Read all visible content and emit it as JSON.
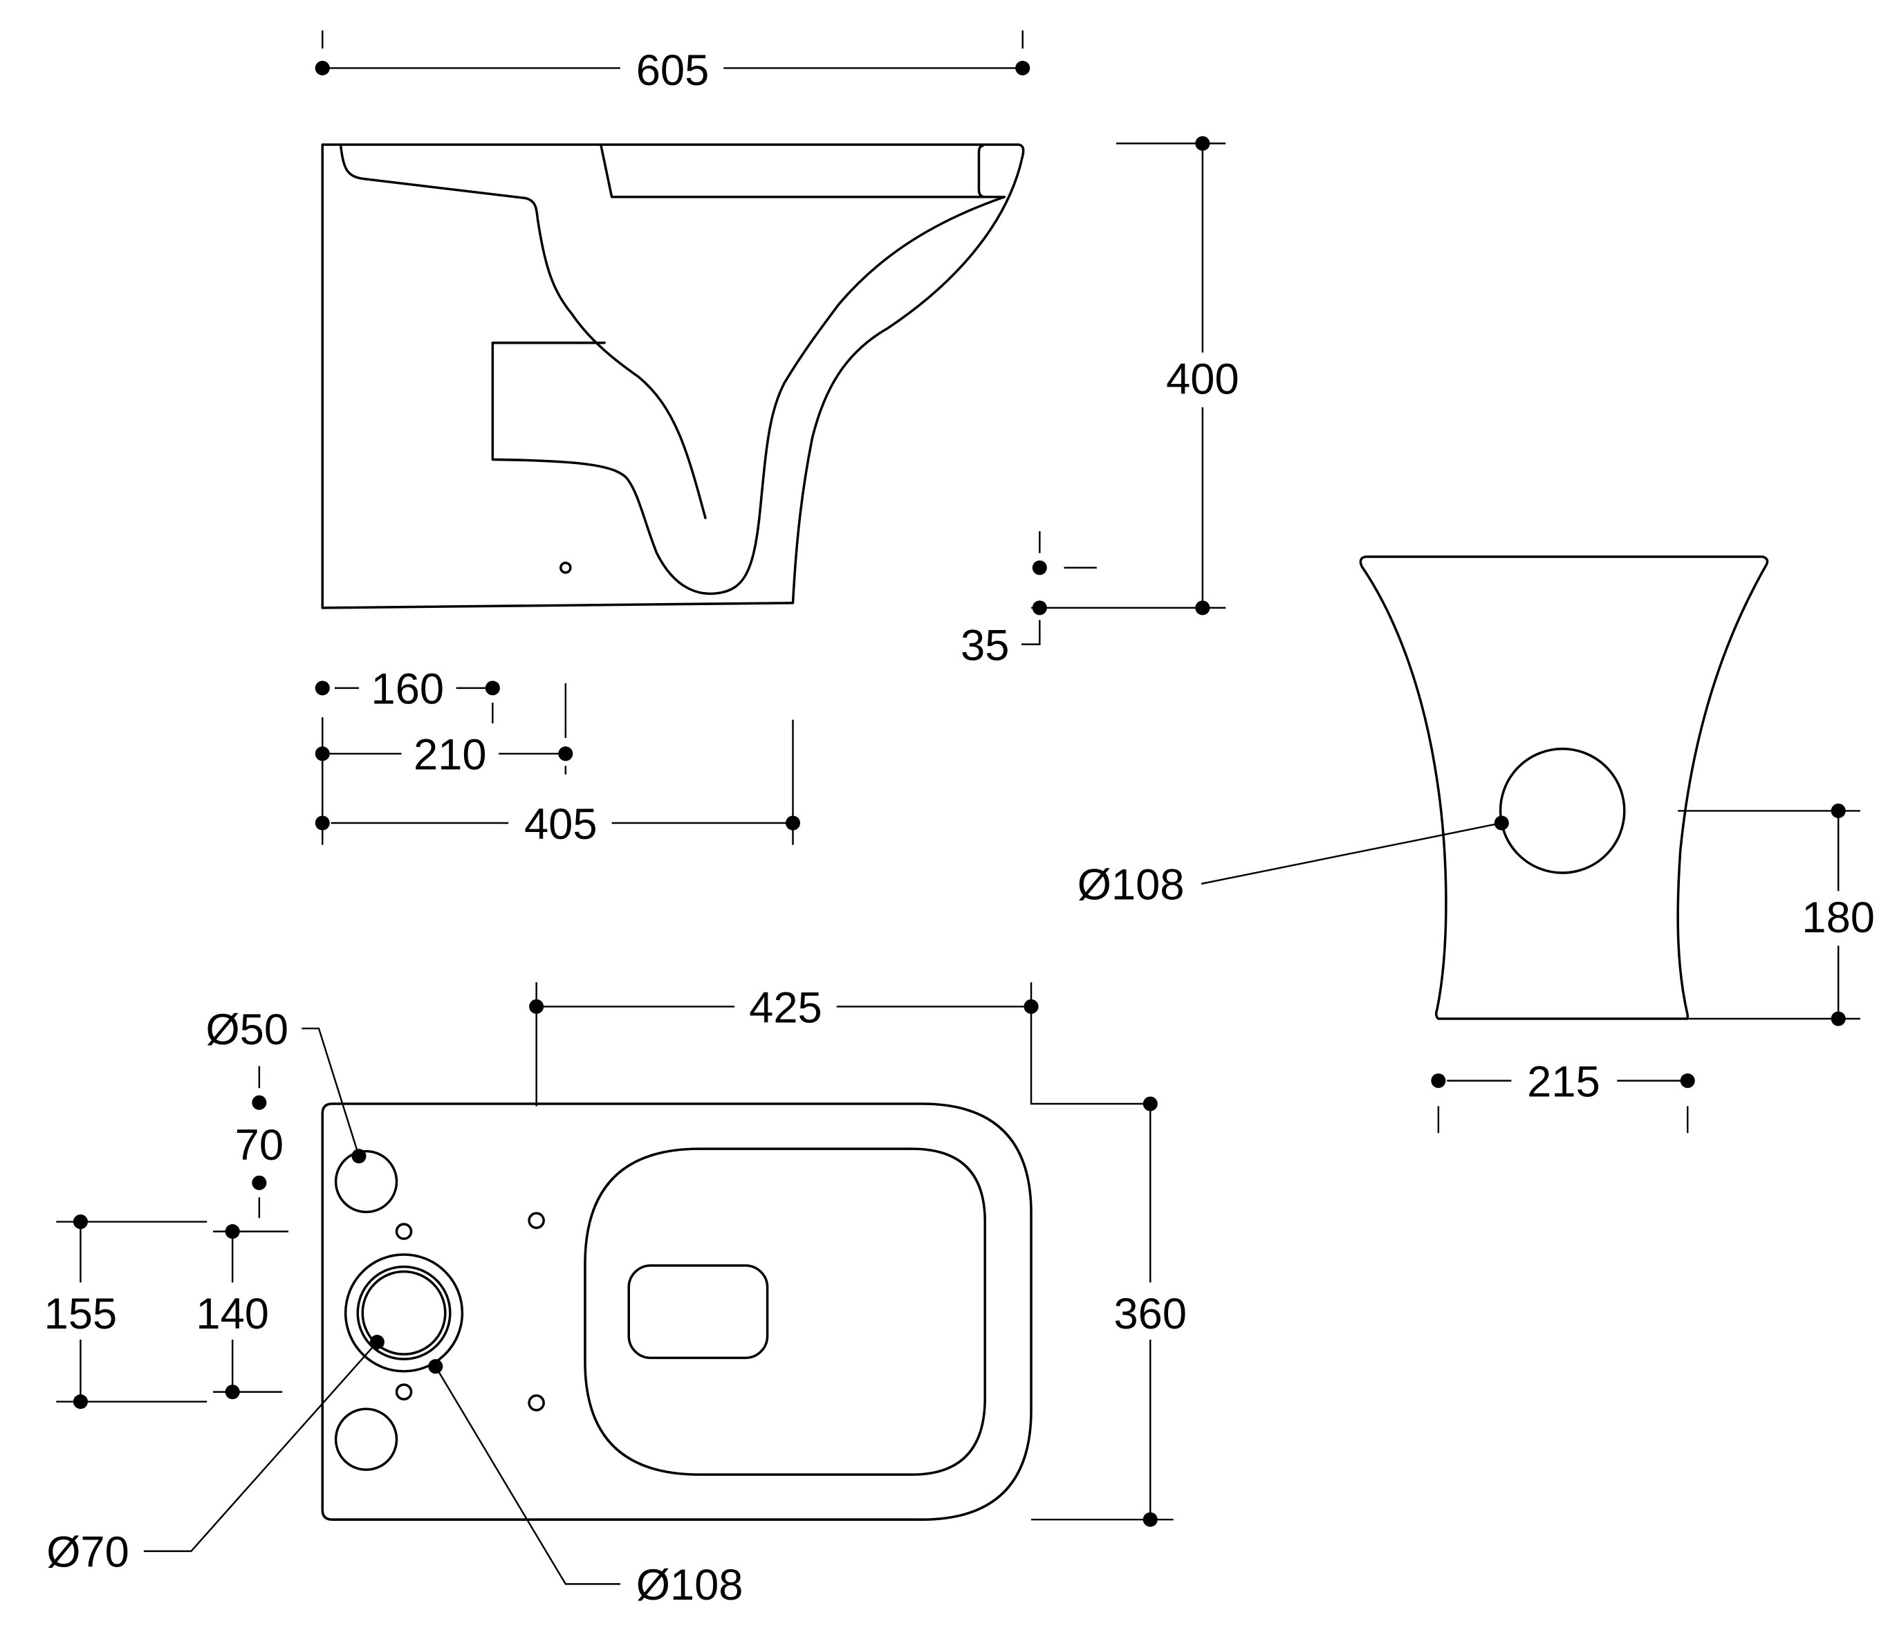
{
  "drawing": {
    "colors": {
      "line": "#000000",
      "background": "#ffffff"
    },
    "side_view": {
      "width": "605",
      "height": "400",
      "base_offset": "35",
      "dim_160": "160",
      "dim_210": "210",
      "dim_405": "405"
    },
    "front_view": {
      "outlet_diameter": "Ø108",
      "outlet_height": "180",
      "base_width": "215"
    },
    "top_view": {
      "length": "425",
      "width": "360",
      "hole_small": "Ø50",
      "dim_70": "70",
      "dim_155": "155",
      "dim_140": "140",
      "hole_70": "Ø70",
      "hole_108": "Ø108"
    }
  }
}
